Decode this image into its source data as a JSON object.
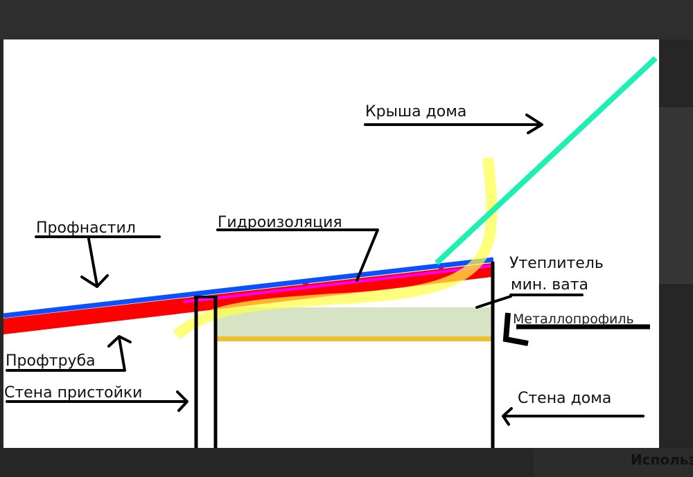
{
  "diagram": {
    "labels": {
      "roof": "Крыша дома",
      "profnastil": "Профнастил",
      "waterproofing": "Гидроизоляция",
      "insulation_line1": "Утеплитель",
      "insulation_line2": "мин. вата",
      "metal_profile": "Металлопрофиль",
      "profile_pipe": "Профтруба",
      "annex_wall": "Стена пристойки",
      "house_wall": "Стена дома"
    },
    "colors": {
      "roof": "#1ef0b4",
      "profnastil": "#0a50ff",
      "waterproofing": "#ff00ff",
      "profile_pipe": "#ff0000",
      "insulation_highlight": "#ffff66",
      "insulation_fill": "#d6e3c4",
      "metal_profile": "#f0c02a",
      "walls": "#000000"
    }
  },
  "background_page": {
    "partial_heading": "Использ"
  }
}
